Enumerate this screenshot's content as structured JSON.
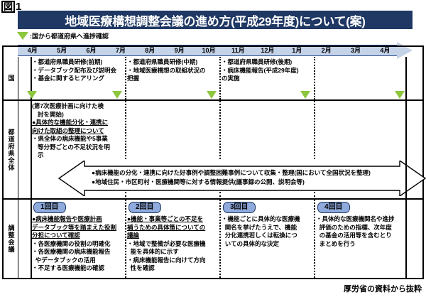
{
  "figure_label": {
    "boxed": "図",
    "number": "1"
  },
  "title": "地域医療構想調整会議の進め方(平成29年度)について(案)",
  "legend": {
    "marker": "green-triangle",
    "text": ":国から都道府県へ進捗確認"
  },
  "colors": {
    "title_bar": "#1F3864",
    "axis_band": "#C5D3E8",
    "axis_border": "#2F5496",
    "triangle_green": "#8DC63F",
    "badge_fill": "#8FAADC",
    "badge_border": "#1F3864"
  },
  "timeline": {
    "months": [
      "4月",
      "5月",
      "6月",
      "7月",
      "8月",
      "9月",
      "10月",
      "11月",
      "12月",
      "1月",
      "2月",
      "3月",
      "4月"
    ]
  },
  "rows": [
    {
      "id": "koku",
      "label": "国",
      "cells": [
        {
          "quarter": 1,
          "text": "・都道府県職員研修(前期)\n・データブック配布及び説明会\n・基金に関するヒアリング"
        },
        {
          "quarter": 2,
          "text": "・都道府県職員研修(中期)\n・地域医療構想の取組状況の\n  把握"
        },
        {
          "quarter": 3,
          "text": "・都道府県職員研修(後期)\n・病床機能報告(平成29年度)\n  の実施"
        },
        {
          "quarter": 4,
          "text": ""
        }
      ],
      "progress_markers": 5
    },
    {
      "id": "pref",
      "label": "都道府県全体",
      "text_lines": [
        {
          "text": "(第7次医療計画に向けた検",
          "underline": false,
          "indent": false
        },
        {
          "text": "討を開始)",
          "underline": false,
          "indent": true
        },
        {
          "text": "●具体的な機能分化・連携に",
          "underline": true,
          "indent": false
        },
        {
          "text": "向けた取組の整理について",
          "underline": true,
          "indent": false
        },
        {
          "text": "・県全体の病床機能や5事業",
          "underline": false,
          "indent": false
        },
        {
          "text": "等分野ごとの不足状況を明",
          "underline": false,
          "indent": true
        },
        {
          "text": "示",
          "underline": false,
          "indent": true
        }
      ],
      "arrow_band": [
        {
          "text": "●病床機能の分化・連携に向けた好事例や調整困難事例について収集・整理(国において全国状況を整理)"
        },
        {
          "text": "●地域住民・市区町村・医療機関等に対する情報提供(議事録の公開、説明会等)"
        }
      ]
    },
    {
      "id": "kaigi",
      "label": "調整会議",
      "sessions": [
        {
          "badge": "1回目",
          "lines": [
            {
              "text": "●病床機能報告や医療計画",
              "underline": true
            },
            {
              "text": "データブック等を踏まえた役割",
              "underline": true
            },
            {
              "text": "分担について確認",
              "underline": true
            },
            {
              "text": "・各医療機関の役割の明確化",
              "underline": false
            },
            {
              "text": "・各医療機関の病床機能報告",
              "underline": false
            },
            {
              "text": "  やデータブックの活用",
              "underline": false
            },
            {
              "text": "・不足する医療機能の確認",
              "underline": false
            }
          ]
        },
        {
          "badge": "2回目",
          "lines": [
            {
              "text": "●機能・事業等ごとの不足を",
              "underline": true
            },
            {
              "text": "補うための具体策についての",
              "underline": true
            },
            {
              "text": "議論",
              "underline": true
            },
            {
              "text": "・地域で整備が必要な医療機",
              "underline": false
            },
            {
              "text": "  能を具体的に示す",
              "underline": false
            },
            {
              "text": "・病床機能報告に向けて方向",
              "underline": false
            },
            {
              "text": "  性を確認",
              "underline": false
            }
          ]
        },
        {
          "badge": "3回目",
          "lines": [
            {
              "text": "・機能ごとに具体的な医療機",
              "underline": false
            },
            {
              "text": "  関名を挙げたうえで、機能",
              "underline": false
            },
            {
              "text": "  分化連携若しくは転換につ",
              "underline": false
            },
            {
              "text": "  いての具体的な決定",
              "underline": false
            }
          ]
        },
        {
          "badge": "4回目",
          "lines": [
            {
              "text": "・具体的な医療機関名や進捗",
              "underline": false
            },
            {
              "text": "  評価のための指標、次年度",
              "underline": false
            },
            {
              "text": "  の基金の活用等を含むとり",
              "underline": false
            },
            {
              "text": "  まとめを行う",
              "underline": false
            }
          ]
        }
      ]
    }
  ],
  "credit": "厚労省の資料から抜粋"
}
